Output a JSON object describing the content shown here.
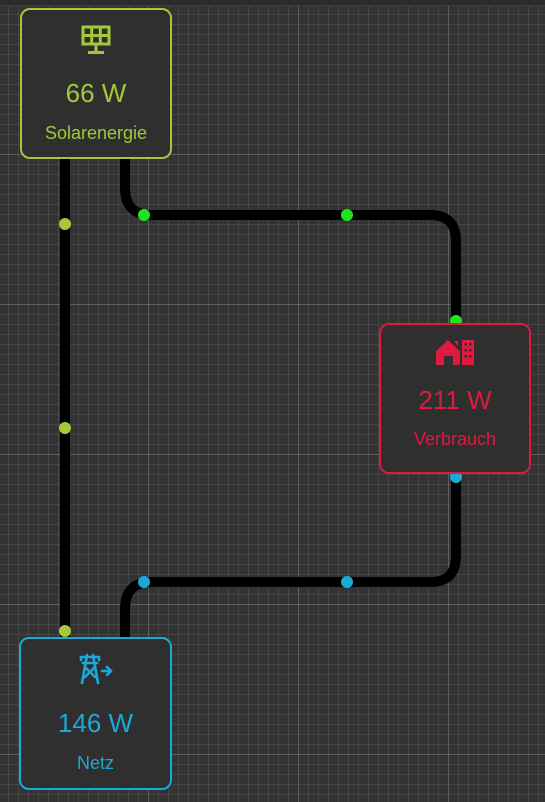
{
  "colors": {
    "solar": "#a4c839",
    "consumption": "#e0193f",
    "grid": "#1ba9d8",
    "flow_line": "#000000",
    "flow_dot_solar": "#1ee41e"
  },
  "nodes": {
    "solar": {
      "value": "66 W",
      "label": "Solarenergie",
      "icon": "solar-panel-icon"
    },
    "consumption": {
      "value": "211 W",
      "label": "Verbrauch",
      "icon": "home-lightning-icon"
    },
    "grid": {
      "value": "146 W",
      "label": "Netz",
      "icon": "transmission-tower-import-icon"
    }
  }
}
